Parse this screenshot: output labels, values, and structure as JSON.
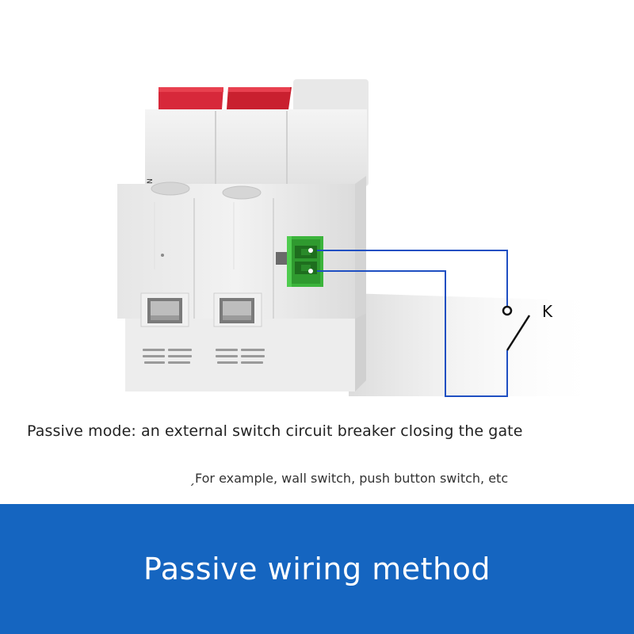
{
  "product_image": {
    "terminal_marking": "N",
    "switch_label": "K"
  },
  "captions": {
    "main": "Passive mode: an external switch circuit breaker closing the gate",
    "example": "ˏFor example, wall switch, push button switch, etc"
  },
  "footer": {
    "title": "Passive wiring method"
  },
  "colors": {
    "banner": "#1565c0",
    "wire": "#1f4fc2",
    "breaker_handle": "#d7283a",
    "terminal_block": "#3cb43c",
    "breaker_body": "#ececec"
  }
}
